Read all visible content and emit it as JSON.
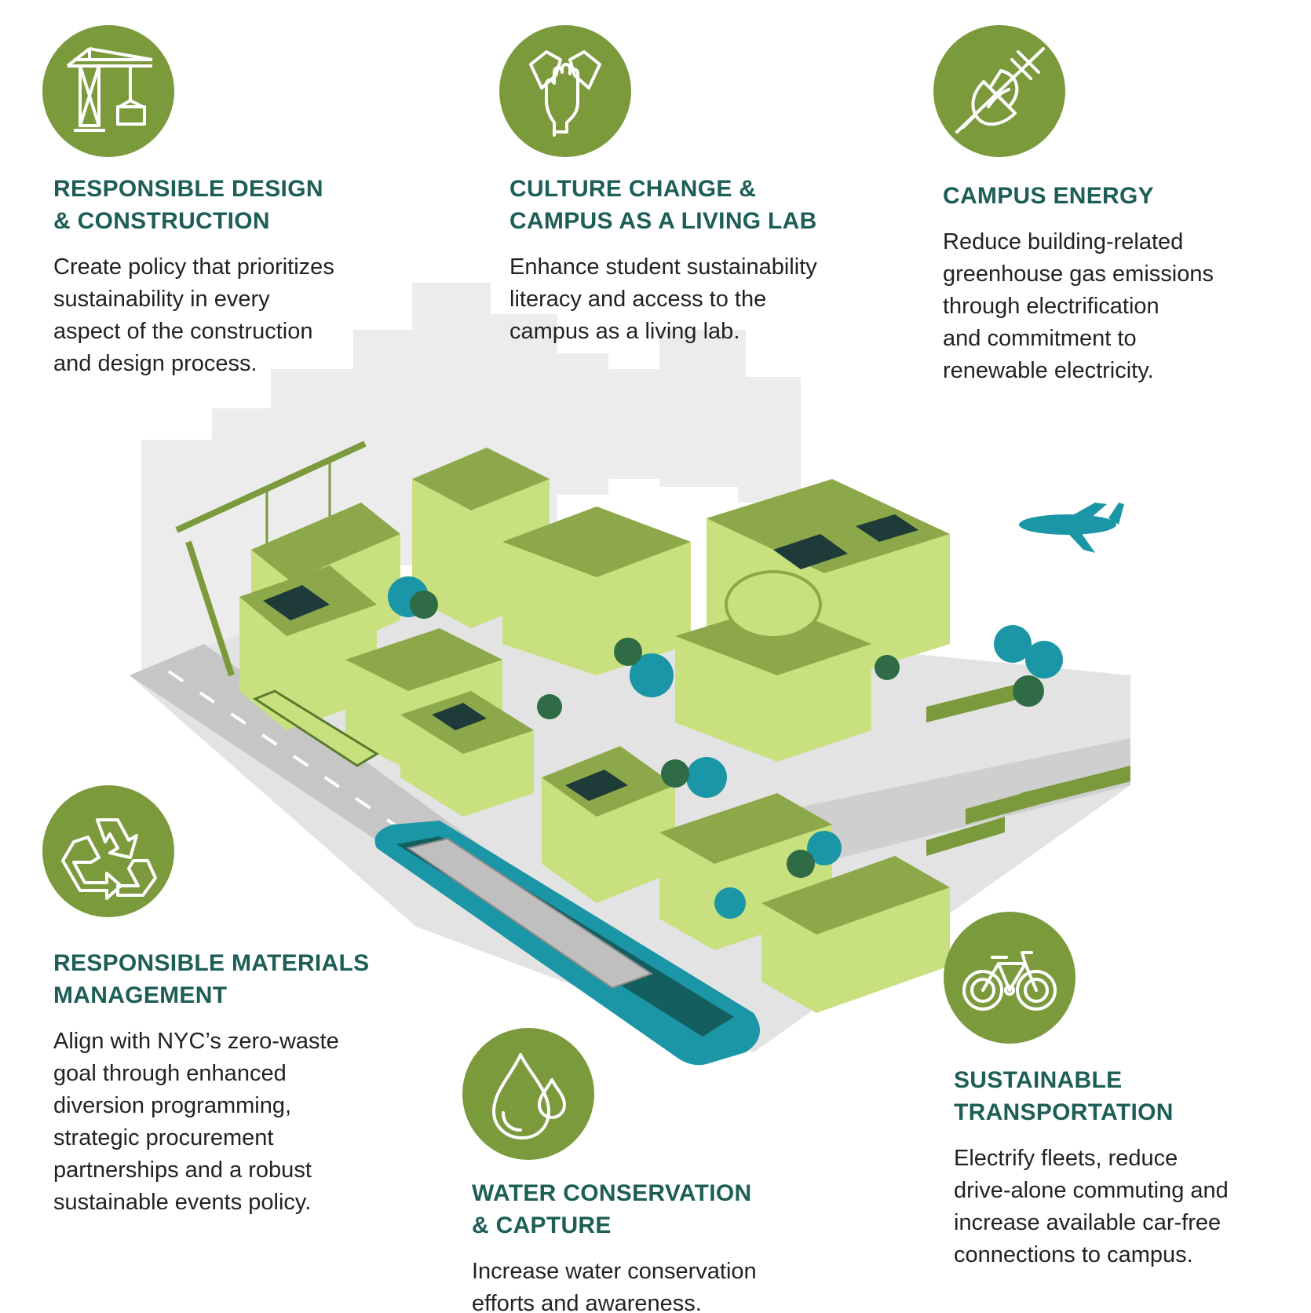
{
  "colors": {
    "icon_green": "#7a9a3c",
    "heading_teal": "#1d5e57",
    "building_light": "#c9e07f",
    "building_roof": "#8da84a",
    "water": "#1b96a6",
    "road": "#c9c9c9",
    "skyline": "#ebebeb"
  },
  "sections": [
    {
      "key": "design",
      "icon": "crane-icon",
      "title": "RESPONSIBLE DESIGN\n& CONSTRUCTION",
      "body": "Create policy that prioritizes\nsustainability in every\naspect of the construction\nand design process."
    },
    {
      "key": "culture",
      "icon": "hands-together-icon",
      "title": "CULTURE CHANGE &\nCAMPUS AS A LIVING LAB",
      "body": "Enhance student sustainability\nliteracy and access to the\ncampus as a living lab."
    },
    {
      "key": "energy",
      "icon": "leaf-plug-icon",
      "title": "CAMPUS ENERGY",
      "body": "Reduce building-related\ngreenhouse gas emissions\nthrough electrification\nand commitment to\nrenewable electricity."
    },
    {
      "key": "materials",
      "icon": "recycle-icon",
      "title": "RESPONSIBLE MATERIALS\nMANAGEMENT",
      "body": "Align with NYC’s zero-waste\ngoal through enhanced\ndiversion programming,\nstrategic procurement\npartnerships and a robust\nsustainable events policy."
    },
    {
      "key": "water",
      "icon": "water-drops-icon",
      "title": "WATER CONSERVATION\n& CAPTURE",
      "body": "Increase water conservation\nefforts and awareness."
    },
    {
      "key": "transport",
      "icon": "bicycle-icon",
      "title": "SUSTAINABLE\nTRANSPORTATION",
      "body": "Electrify fleets, reduce\ndrive-alone commuting and\nincrease available car-free\nconnections to campus."
    }
  ]
}
